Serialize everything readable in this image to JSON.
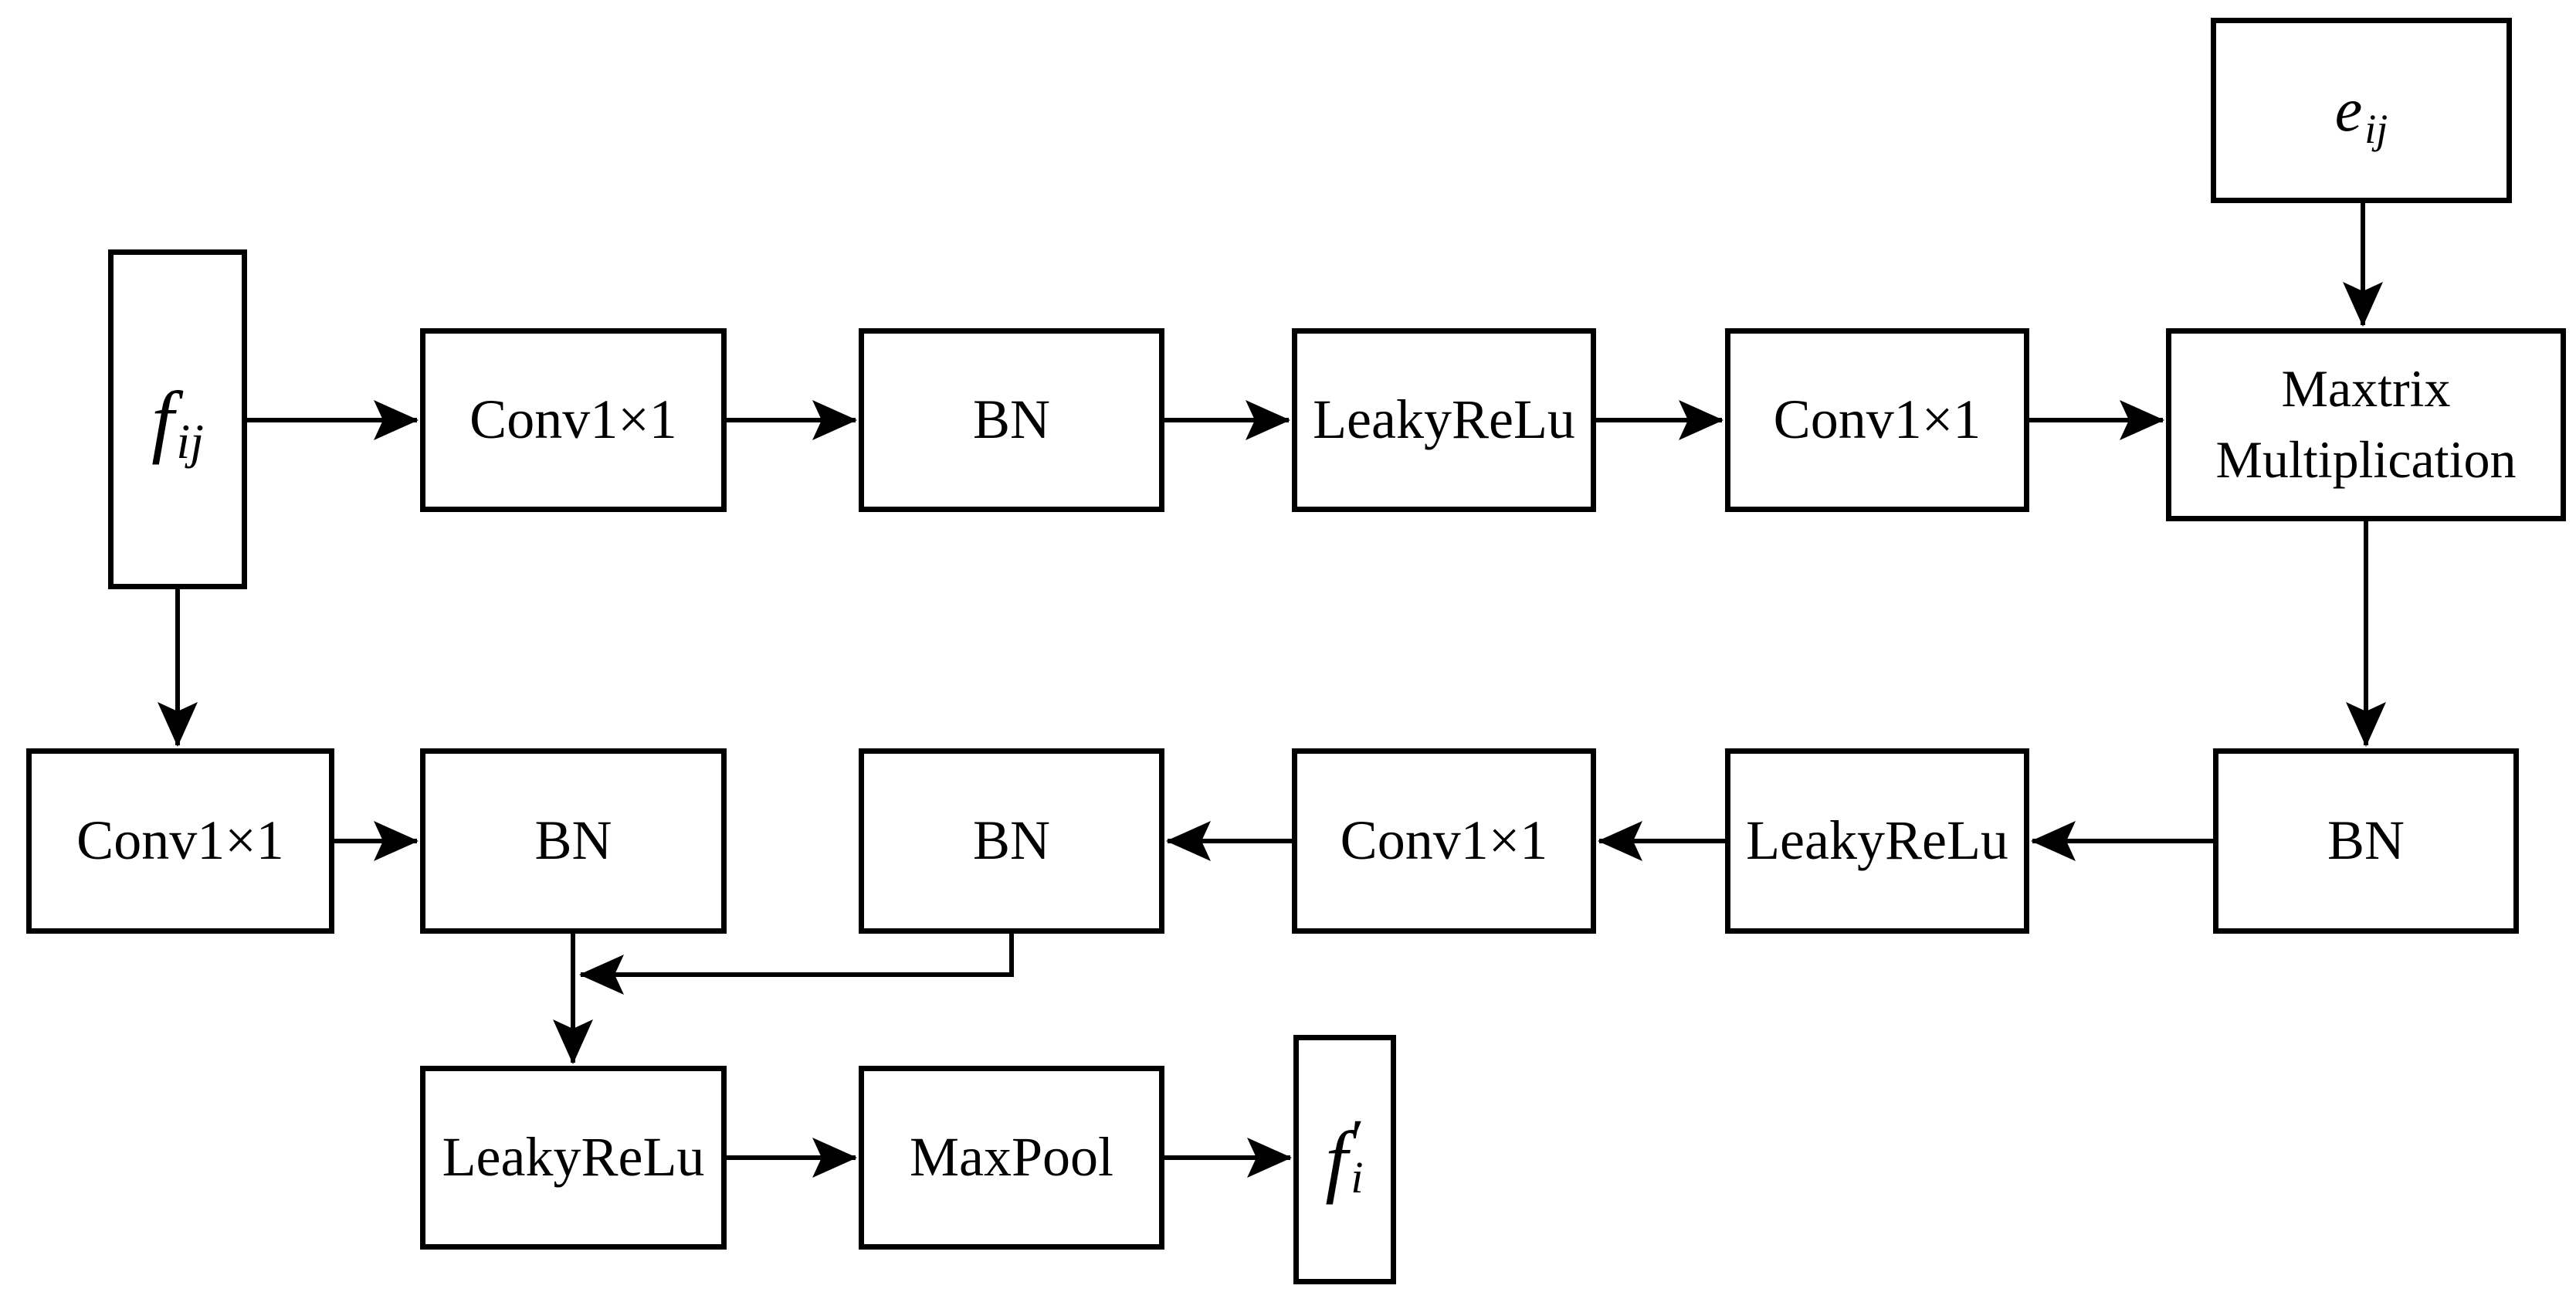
{
  "colors": {
    "line": "#000000",
    "box_border": "#000000",
    "background": "#ffffff",
    "text": "#000000"
  },
  "nodes": {
    "f_ij": {
      "base": "f",
      "sub": "ij"
    },
    "e_ij": {
      "base": "e",
      "sub": "ij"
    },
    "f_i_prime": {
      "base": "f",
      "prime": "′",
      "sub": "i"
    },
    "r1_conv1": {
      "label": "Conv1×1"
    },
    "r1_bn": {
      "label": "BN"
    },
    "r1_leakyrelu": {
      "label": "LeakyReLu"
    },
    "r1_conv2": {
      "label": "Conv1×1"
    },
    "matmul": {
      "line1": "Maxtrix",
      "line2": "Multiplication"
    },
    "r2_conv1": {
      "label": "Conv1×1"
    },
    "r2_bn1": {
      "label": "BN"
    },
    "r2_bn2": {
      "label": "BN"
    },
    "r2_conv2": {
      "label": "Conv1×1"
    },
    "r2_leakyrelu": {
      "label": "LeakyReLu"
    },
    "r2_bn3": {
      "label": "BN"
    },
    "r3_leakyrelu": {
      "label": "LeakyReLu"
    },
    "r3_maxpool": {
      "label": "MaxPool"
    }
  }
}
